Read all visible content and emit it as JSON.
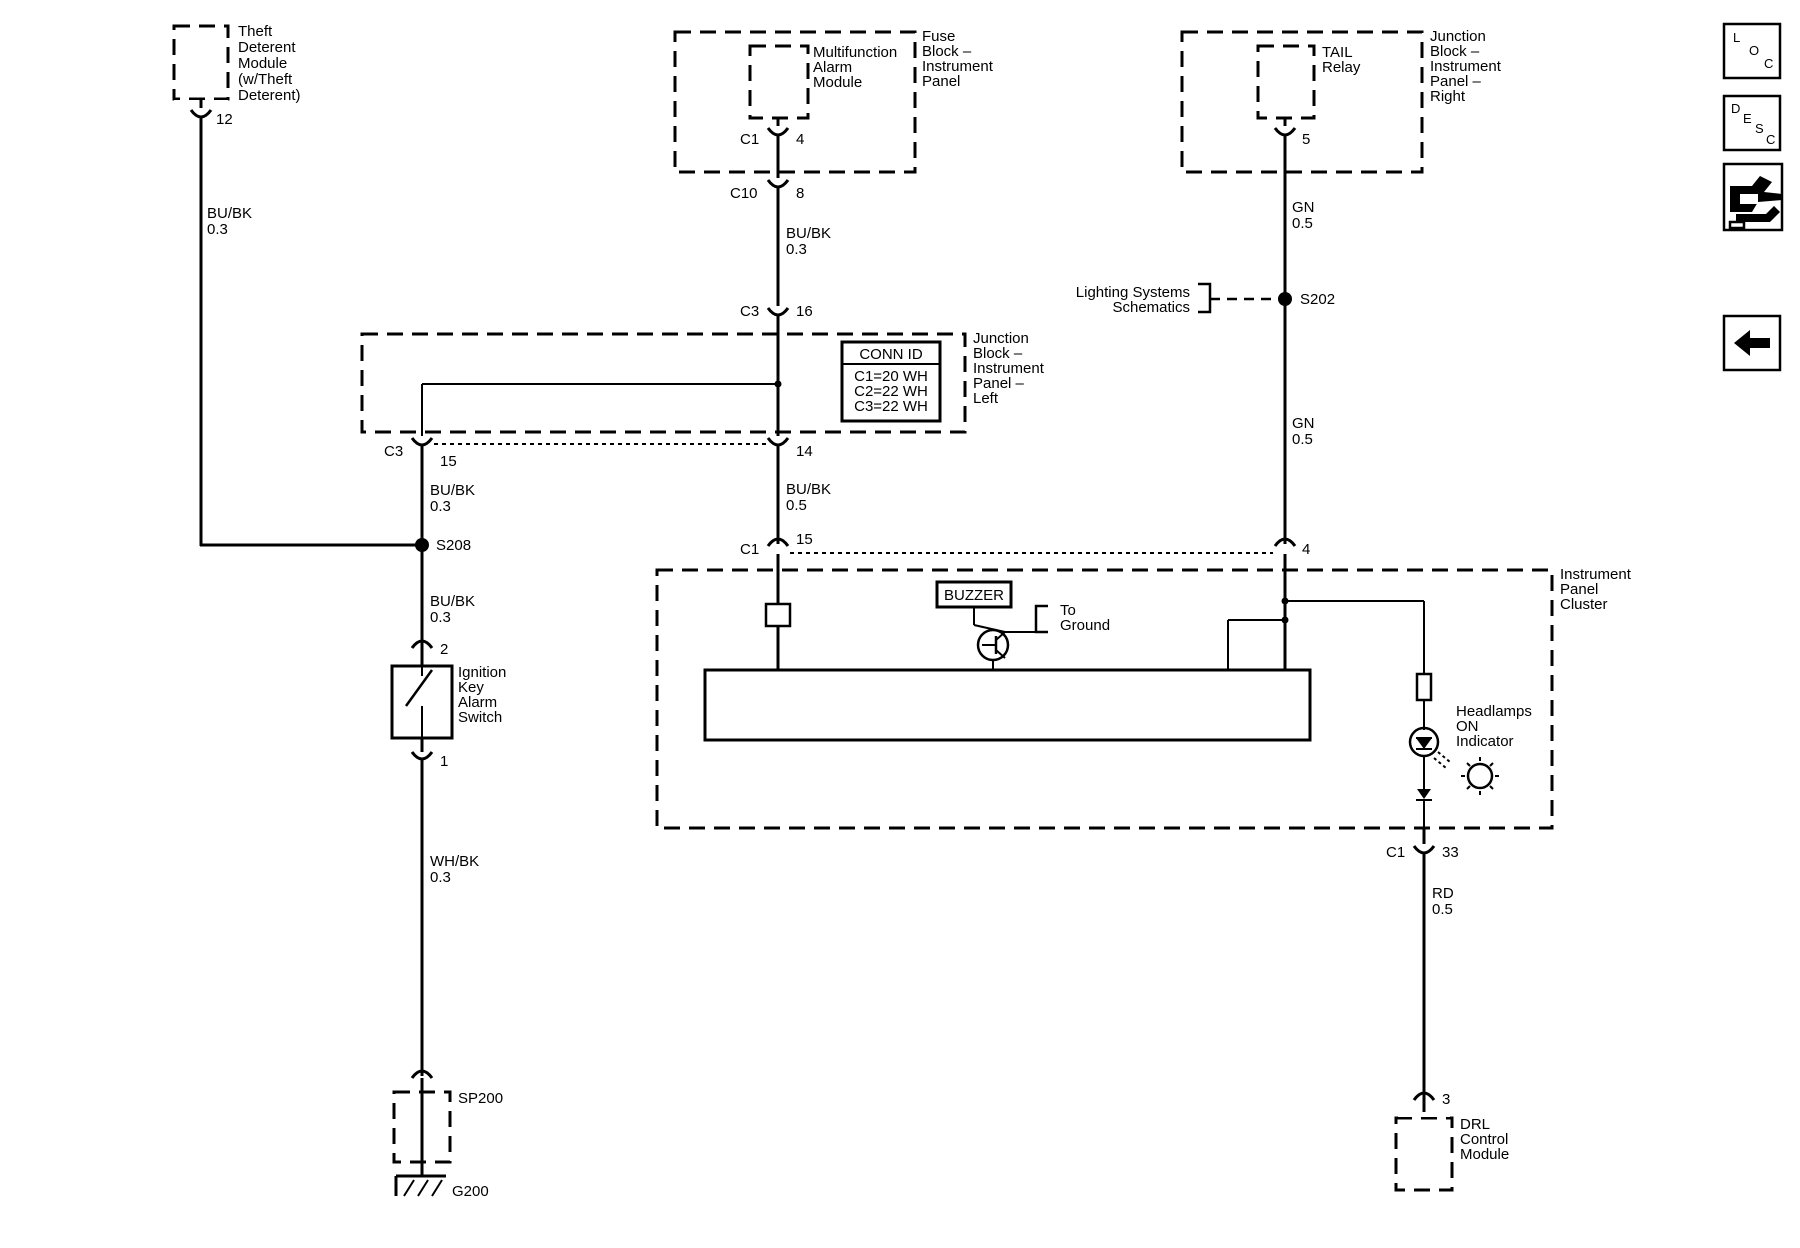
{
  "components": {
    "theft_module": [
      "Theft",
      "Deterent",
      "Module",
      "(w/Theft",
      "Deterent)"
    ],
    "multifunction_alarm": [
      "Multifunction",
      "Alarm",
      "Module"
    ],
    "fuse_block": [
      "Fuse",
      "Block –",
      "Instrument",
      "Panel"
    ],
    "tail_relay": [
      "TAIL",
      "Relay"
    ],
    "junction_right": [
      "Junction",
      "Block –",
      "Instrument",
      "Panel –",
      "Right"
    ],
    "junction_left": [
      "Junction",
      "Block –",
      "Instrument",
      "Panel –",
      "Left"
    ],
    "lighting_systems": [
      "Lighting Systems",
      "Schematics"
    ],
    "ignition_switch": [
      "Ignition",
      "Key",
      "Alarm",
      "Switch"
    ],
    "instrument_cluster": [
      "Instrument",
      "Panel",
      "Cluster"
    ],
    "buzzer": "BUZZER",
    "to_ground": [
      "To",
      "Ground"
    ],
    "headlamps_indicator": [
      "Headlamps",
      "ON",
      "Indicator"
    ],
    "drl_module": [
      "DRL",
      "Control",
      "Module"
    ]
  },
  "conn_id": {
    "title": "CONN ID",
    "lines": [
      "C1=20 WH",
      "C2=22 WH",
      "C3=22 WH"
    ]
  },
  "connectors": {
    "theft_pin": "12",
    "mam_c": "C1",
    "mam_pin": "4",
    "c10_c": "C10",
    "c10_pin": "8",
    "tail_pin": "5",
    "c3_16_c": "C3",
    "c3_16_pin": "16",
    "c3_15_c": "C3",
    "c3_15_pin": "15",
    "jb_14_pin": "14",
    "c1_15_c": "C1",
    "c1_15_pin": "15",
    "ipc_4_pin": "4",
    "sw_top_pin": "2",
    "sw_bot_pin": "1",
    "ipc_33_c": "C1",
    "ipc_33_pin": "33",
    "drl_pin": "3"
  },
  "splices": {
    "s208": "S208",
    "s202": "S202",
    "sp200": "SP200"
  },
  "ground": "G200",
  "wires": {
    "theft": [
      "BU/BK",
      "0.3"
    ],
    "fuse_out": [
      "BU/BK",
      "0.3"
    ],
    "tail_upper": [
      "GN",
      "0.5"
    ],
    "tail_lower": [
      "GN",
      "0.5"
    ],
    "c3_15_out": [
      "BU/BK",
      "0.3"
    ],
    "jb_14_out": [
      "BU/BK",
      "0.5"
    ],
    "s208_sw": [
      "BU/BK",
      "0.3"
    ],
    "sw_ground": [
      "WH/BK",
      "0.3"
    ],
    "drl": [
      "RD",
      "0.5"
    ]
  },
  "nav": {
    "loc": [
      "L",
      "O",
      "C"
    ],
    "desc": [
      "D",
      "E",
      "S",
      "C"
    ],
    "back_icon": "arrow-left-icon"
  }
}
